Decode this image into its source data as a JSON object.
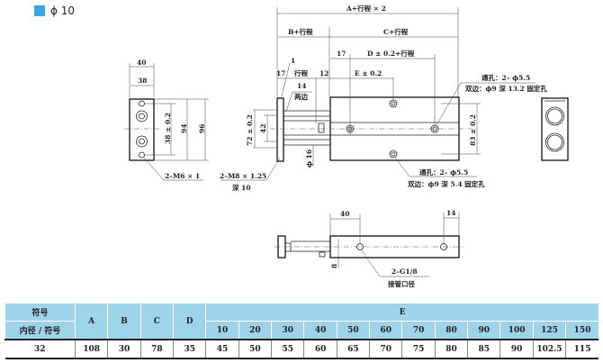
{
  "header": {
    "icon_color": "#3aa6dd",
    "title": "ϕ 10"
  },
  "end_view_left": {
    "dim_width_outer": "40",
    "dim_width_inner": "38",
    "dim_hole_pitch": "38 ± 0.2",
    "dim_height_inner": "94",
    "dim_height_outer": "96",
    "thread_label": "2–M6 × 1"
  },
  "side_view": {
    "dim_total": "A+行程 × 2",
    "dim_b": "B+行程",
    "dim_c": "C+行程",
    "dim_17a": "17",
    "dim_d": "D ± 0.2+行程",
    "dim_17b": "17",
    "dim_stroke": "行程",
    "dim_12": "12",
    "dim_e": "E ± 0.2",
    "item_1": "1",
    "dim_14": "14",
    "both_sides": "两边",
    "dim_72": "72 ± 0.2",
    "dim_42": "42",
    "dim_phi16": "ϕ 16",
    "dim_83": "83 ± 0.2",
    "thread_label_1": "2–M8 × 1.25",
    "thread_label_2": "深 10",
    "top_hole_1": "通孔：2– ϕ5.5",
    "top_hole_2": "双边：ϕ9 深 13.2 固定孔",
    "bottom_hole_1": "通孔：2– ϕ5.5",
    "bottom_hole_2": "双边：ϕ9 深 5.4 固定孔"
  },
  "bottom_view": {
    "dim_40": "40",
    "dim_14": "14",
    "dim_8": "8",
    "port_label_1": "2–G1/8",
    "port_label_2": "接管口径"
  },
  "table": {
    "header_symbol": "符号",
    "header_bore": "内径 / 符号",
    "columns": [
      "A",
      "B",
      "C",
      "D"
    ],
    "e_header": "E",
    "e_strokes": [
      "10",
      "20",
      "30",
      "40",
      "50",
      "60",
      "70",
      "80",
      "90",
      "100",
      "125",
      "150"
    ],
    "rows": [
      {
        "bore": "32",
        "values": [
          "108",
          "30",
          "78",
          "35"
        ],
        "e_values": [
          "45",
          "50",
          "55",
          "60",
          "65",
          "70",
          "75",
          "80",
          "85",
          "90",
          "102.5",
          "115"
        ]
      }
    ]
  }
}
